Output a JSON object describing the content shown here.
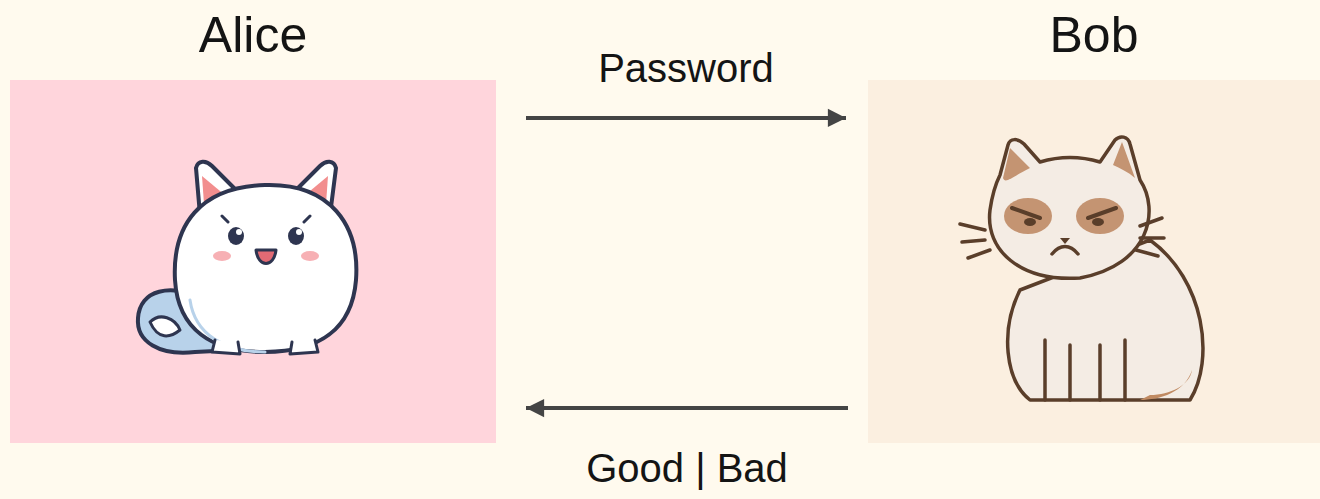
{
  "diagram": {
    "nodes": [
      {
        "text": [
          "Alice"
        ]
      },
      {
        "text": [
          "Bob"
        ]
      }
    ],
    "edges": [
      {
        "from": 0,
        "to": 1,
        "arrow": "to",
        "label": "Password"
      },
      {
        "from": 1,
        "to": 0,
        "arrow": "to",
        "label": "Good | Bad"
      }
    ]
  }
}
